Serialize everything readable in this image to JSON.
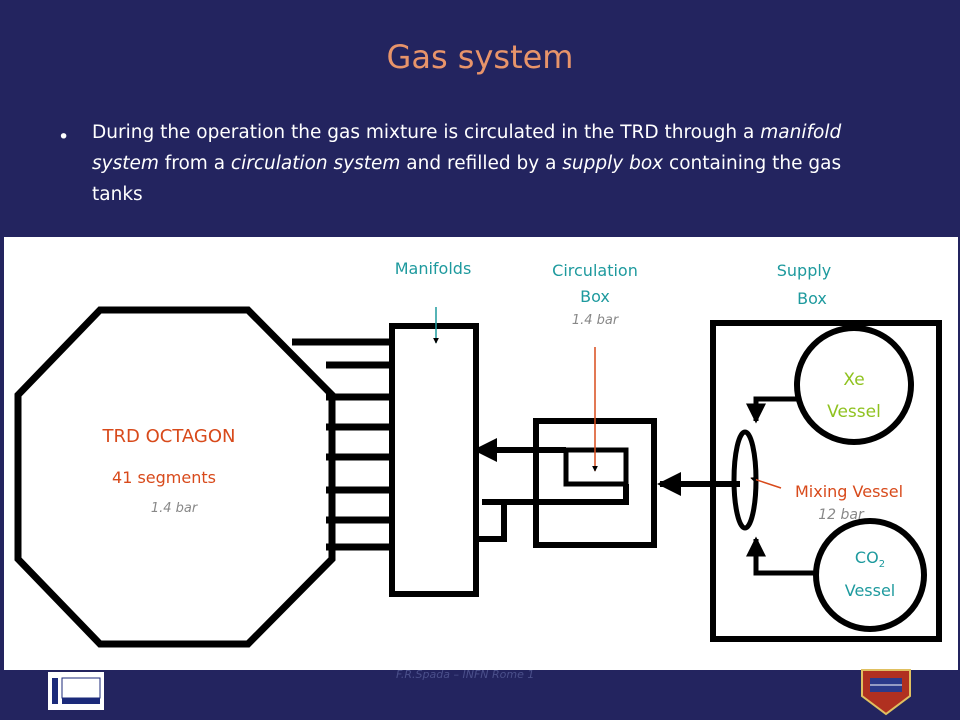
{
  "slide": {
    "title": "Gas system",
    "bullet_parts": {
      "p1": "During the operation the gas mixture is circulated in the TRD through a ",
      "p2": "manifold system",
      "p3": " from a ",
      "p4": "circulation system",
      "p5": " and refilled by a ",
      "p6": "supply box",
      "p7": " containing the gas tanks"
    },
    "footer": "F.R.Spada – INFN Rome 1"
  },
  "diagram": {
    "manifolds": "Manifolds",
    "circulation_line1": "Circulation",
    "circulation_line2": "Box",
    "circulation_pressure": "1.4 bar",
    "supply_line1": "Supply",
    "supply_line2": "Box",
    "trd_title": "TRD OCTAGON",
    "trd_segments": "41 segments",
    "trd_pressure": "1.4 bar",
    "xe_line1": "Xe",
    "xe_line2": "Vessel",
    "mixing": "Mixing Vessel",
    "mixing_pressure": "12 bar",
    "co2_main": "CO",
    "co2_sub": "2",
    "co2_line2": "Vessel"
  },
  "colors": {
    "background": "#23245f",
    "title": "#e8946a",
    "teal": "#1e9a9e",
    "red": "#d84a1b",
    "green": "#8fc21f"
  }
}
